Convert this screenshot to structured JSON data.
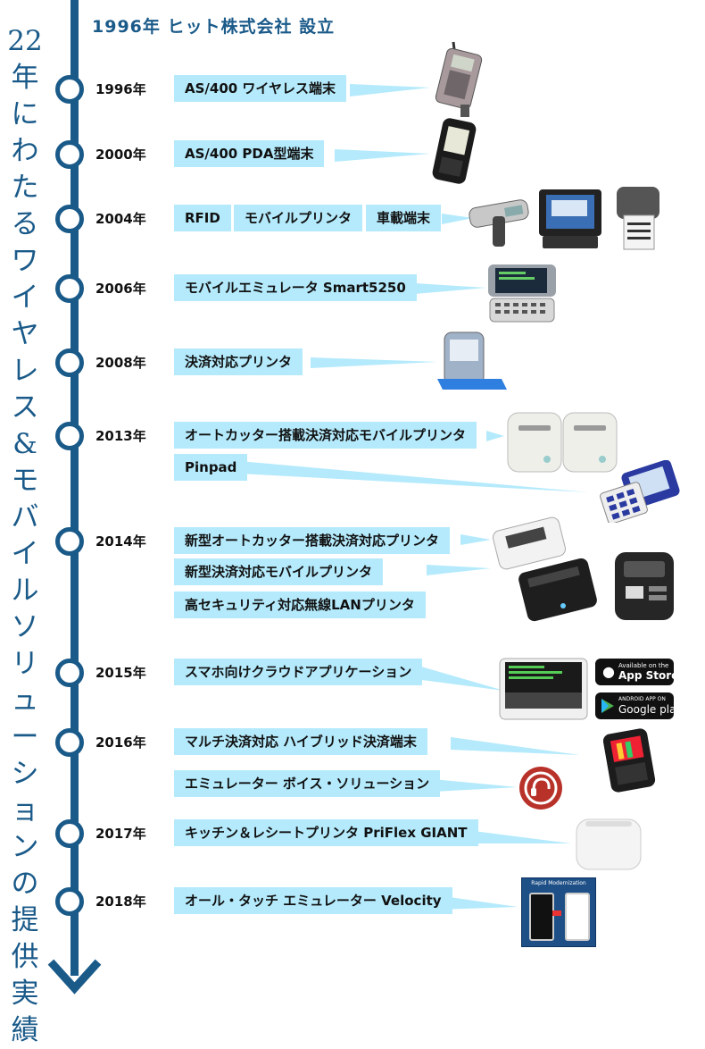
{
  "header": {
    "title": "1996年 ヒット株式会社 設立"
  },
  "vertical_title": "22年にわたるワイヤレス&モバイルソリューションの提供実績",
  "timeline": [
    {
      "year": "1996年",
      "labels": [
        "AS/400 ワイヤレス端末"
      ]
    },
    {
      "year": "2000年",
      "labels": [
        "AS/400 PDA型端末"
      ]
    },
    {
      "year": "2004年",
      "labels": [
        "RFID",
        "モバイルプリンタ",
        "車載端末"
      ]
    },
    {
      "year": "2006年",
      "labels": [
        "モバイルエミュレータ Smart5250"
      ]
    },
    {
      "year": "2008年",
      "labels": [
        "決済対応プリンタ"
      ]
    },
    {
      "year": "2013年",
      "labels": [
        "オートカッター搭載決済対応モバイルプリンタ",
        "Pinpad"
      ]
    },
    {
      "year": "2014年",
      "labels": [
        "新型オートカッター搭載決済対応プリンタ",
        "新型決済対応モバイルプリンタ",
        "高セキュリティ対応無線LANプリンタ"
      ]
    },
    {
      "year": "2015年",
      "labels": [
        "スマホ向けクラウドアプリケーション"
      ]
    },
    {
      "year": "2016年",
      "labels": [
        "マルチ決済対応 ハイブリッド決済端末",
        "エミュレーター ボイス・ソリューション"
      ]
    },
    {
      "year": "2017年",
      "labels": [
        "キッチン＆レシートプリンタ PriFlex GIANT"
      ]
    },
    {
      "year": "2018年",
      "labels": [
        "オール・タッチ エミュレーター Velocity"
      ]
    }
  ],
  "badges": {
    "appstore_small": "Available on the",
    "appstore_big": "App Store",
    "googleplay_small": "ANDROID APP ON",
    "googleplay_big": "Google play"
  },
  "velocity_image_title": "Rapid Modernization",
  "colors": {
    "line": "#1a5a89",
    "label_bg": "#b4eafc",
    "text": "#111111"
  }
}
